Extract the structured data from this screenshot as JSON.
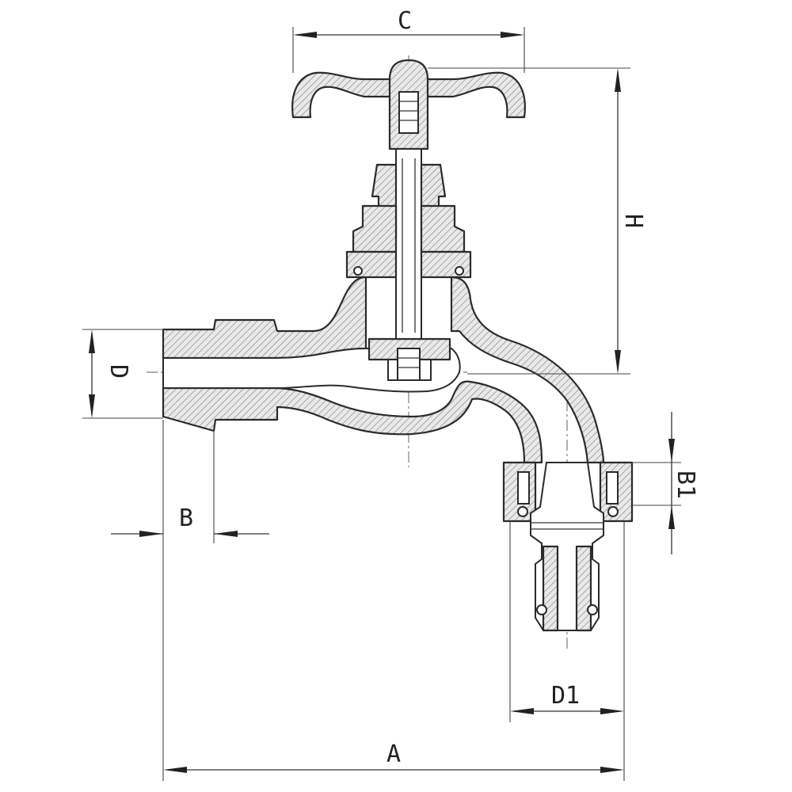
{
  "drawing": {
    "labels": {
      "A": "A",
      "B": "B",
      "C": "C",
      "D": "D",
      "H": "H",
      "D1": "D1",
      "B1": "B1"
    }
  }
}
